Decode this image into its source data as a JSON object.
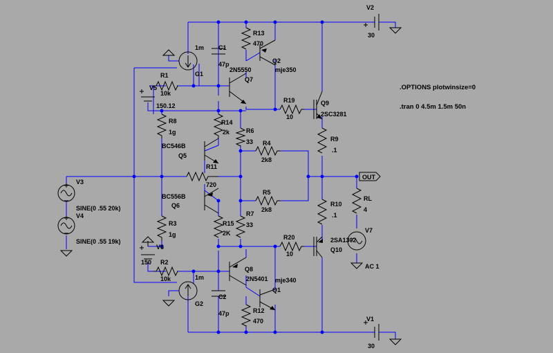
{
  "labels": {
    "v2": "V2",
    "v2_val": "30",
    "v1": "V1",
    "v1_val": "30",
    "r13": "R13",
    "r13_val": "470",
    "q2": "Q2",
    "q2_model": "mje350",
    "c1": "C1",
    "c1_val": "47p",
    "g1": "G1",
    "g1_val": "1m",
    "q7": "Q7",
    "q7_model": "2N5550",
    "r1": "R1",
    "r1_val": "10k",
    "v5": "V5",
    "v5_val": "150.12",
    "r19": "R19",
    "r19_val": "10",
    "q9": "Q9",
    "q9_model": "2SC3281",
    "r8": "R8",
    "r8_val": "1g",
    "r14": "R14",
    "r14_val": "2k",
    "r6": "R6",
    "r6_val": "33",
    "q5_model": "BC546B",
    "q5": "Q5",
    "r4": "R4",
    "r4_val": "2k8",
    "r9": "R9",
    "r9_val": ".1",
    "r11": "R11",
    "r11_val": "720",
    "out": "OUT",
    "v3": "V3",
    "v3_val": "SINE(0 .55 20k)",
    "v4": "V4",
    "v4_val": "SINE(0 .55 19k)",
    "q6_model": "BC556B",
    "q6": "Q6",
    "r5": "R5",
    "r5_val": "2k8",
    "r10": "R10",
    "r10_val": ".1",
    "rl": "RL",
    "rl_val": "4",
    "r3": "R3",
    "r3_val": "1g",
    "r15": "R15",
    "r15_val": "2K",
    "r7": "R7",
    "r7_val": "33",
    "v7": "V7",
    "v7_val": "AC 1",
    "q10_model": "2SA1302",
    "q10": "Q10",
    "v6": "V6",
    "v6_val": "150",
    "r20": "R20",
    "r20_val": "10",
    "r2": "R2",
    "r2_val": "10k",
    "q8": "Q8",
    "q8_model": "2N5401",
    "q1_model": "mje340",
    "q1": "Q1",
    "g2": "G2",
    "g2_val": "1m",
    "c2": "C2",
    "c2_val": "47p",
    "r12": "R12",
    "r12_val": "470"
  },
  "directives": {
    "options": ".OPTIONS plotwinsize=0",
    "tran": ".tran 0 4.5m 1.5m 50n"
  },
  "colors": {
    "background": "#a9a9a9",
    "wire": "#0000ff",
    "component": "#000000"
  }
}
